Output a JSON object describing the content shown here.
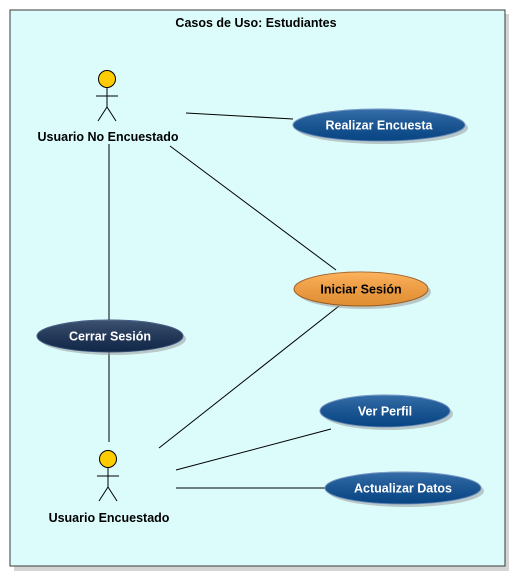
{
  "system": {
    "title": "Casos de Uso: Estudiantes",
    "fill": "#dcfcfc",
    "border": "#3a3a3a"
  },
  "actors": {
    "no_encuestado": {
      "label": "Usuario No Encuestado",
      "head_color": "#ffcc00"
    },
    "encuestado": {
      "label": "Usuario Encuestado",
      "head_color": "#ffcc00"
    }
  },
  "use_cases": {
    "realizar_encuesta": {
      "label": "Realizar Encuesta",
      "fill": "#0a4f96",
      "text_color": "#ffffff"
    },
    "iniciar_sesion": {
      "label": "Iniciar Sesión",
      "fill": "#ffa23a",
      "text_color": "#000000"
    },
    "cerrar_sesion": {
      "label": "Cerrar Sesión",
      "fill": "#142d52",
      "text_color": "#ffffff"
    },
    "ver_perfil": {
      "label": "Ver Perfil",
      "fill": "#0a4f96",
      "text_color": "#ffffff"
    },
    "actualizar_datos": {
      "label": "Actualizar Datos",
      "fill": "#0a4f96",
      "text_color": "#ffffff"
    }
  },
  "associations": [
    {
      "from": "no_encuestado",
      "to": "realizar_encuesta"
    },
    {
      "from": "no_encuestado",
      "to": "iniciar_sesion"
    },
    {
      "from": "no_encuestado",
      "to": "cerrar_sesion"
    },
    {
      "from": "encuestado",
      "to": "cerrar_sesion"
    },
    {
      "from": "encuestado",
      "to": "iniciar_sesion"
    },
    {
      "from": "encuestado",
      "to": "ver_perfil"
    },
    {
      "from": "encuestado",
      "to": "actualizar_datos"
    }
  ]
}
